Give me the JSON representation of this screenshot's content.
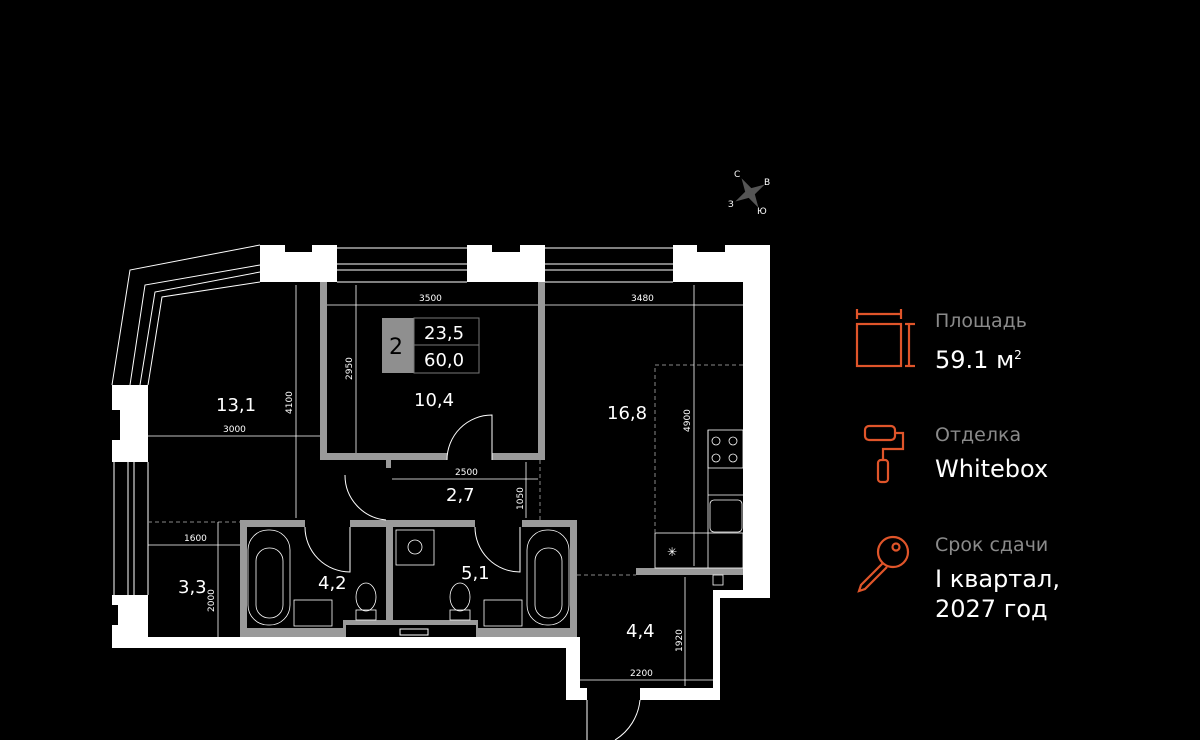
{
  "colors": {
    "background": "#000000",
    "wall": "#ffffff",
    "partition": "#9a9a9a",
    "accent": "#e0552a",
    "label": "#8a8a8a"
  },
  "compass": {
    "north": "С",
    "east": "В",
    "south": "Ю",
    "west": "З"
  },
  "badge": {
    "rooms": "2",
    "living_area": "23,5",
    "total_area": "60,0"
  },
  "rooms": {
    "living_left": "13,1",
    "bedroom": "10,4",
    "kitchen_living": "16,8",
    "hall": "2,7",
    "storage": "3,3",
    "bath_left": "4,2",
    "bath_right": "5,1",
    "entrance": "4,4"
  },
  "dimensions": {
    "bedroom_width": "3500",
    "kitchen_width": "3480",
    "bedroom_depth": "2950",
    "living_depth": "4100",
    "living_width": "3000",
    "kitchen_depth": "4900",
    "hall_width": "2500",
    "hall_depth": "1050",
    "storage_width": "1600",
    "storage_depth": "2000",
    "entrance_depth": "1920",
    "entrance_width": "2200"
  },
  "info": {
    "area_label": "Площадь",
    "area_value": "59.1 м",
    "area_unit_sup": "2",
    "finish_label": "Отделка",
    "finish_value": "Whitebox",
    "deadline_label": "Срок сдачи",
    "deadline_line1": "I квартал,",
    "deadline_line2": "2027 год"
  }
}
